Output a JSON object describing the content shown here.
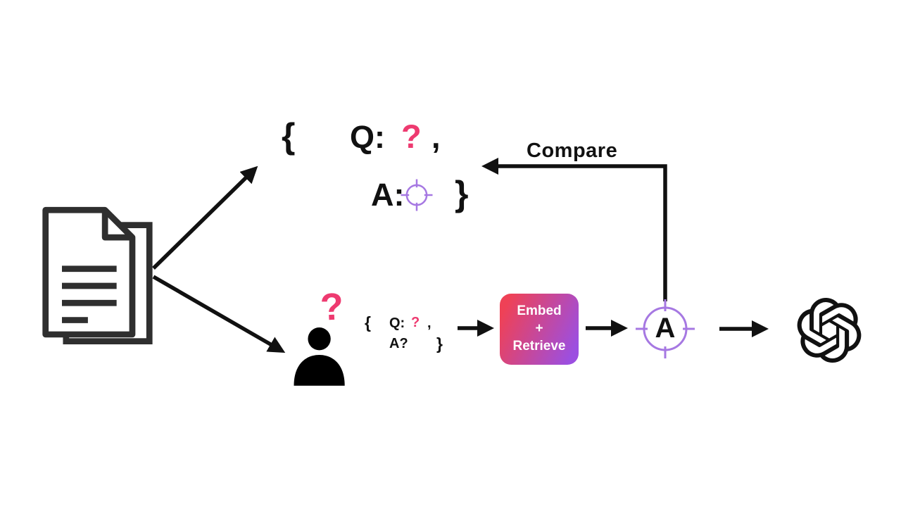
{
  "colors": {
    "ink": "#111111",
    "pink": "#ee3a70",
    "purple": "#a678e2",
    "gradient_start": "#ef4156",
    "gradient_end": "#9c4fe0"
  },
  "top_qa": {
    "open_brace": "{",
    "q_label": "Q:",
    "q_value": "?",
    "comma": ",",
    "a_label": "A:",
    "close_brace": "}"
  },
  "compare": {
    "label": "Compare"
  },
  "user": {
    "question_mark": "?"
  },
  "mini_qa": {
    "open_brace": "{",
    "q_label": "Q:",
    "q_value": "?",
    "comma": ",",
    "a_label": "A?",
    "close_brace": "}"
  },
  "embed_box": {
    "line1": "Embed",
    "line2": "+",
    "line3": "Retrieve"
  },
  "answer_node": {
    "letter": "A"
  },
  "icons": {
    "document-icon": "stacked pages with text lines",
    "person-icon": "user silhouette bust",
    "target-icon": "purple crosshair reticle",
    "answer-target-icon": "purple crosshair reticle with letter A",
    "openai-logo": "OpenAI hexagonal knot mark"
  }
}
